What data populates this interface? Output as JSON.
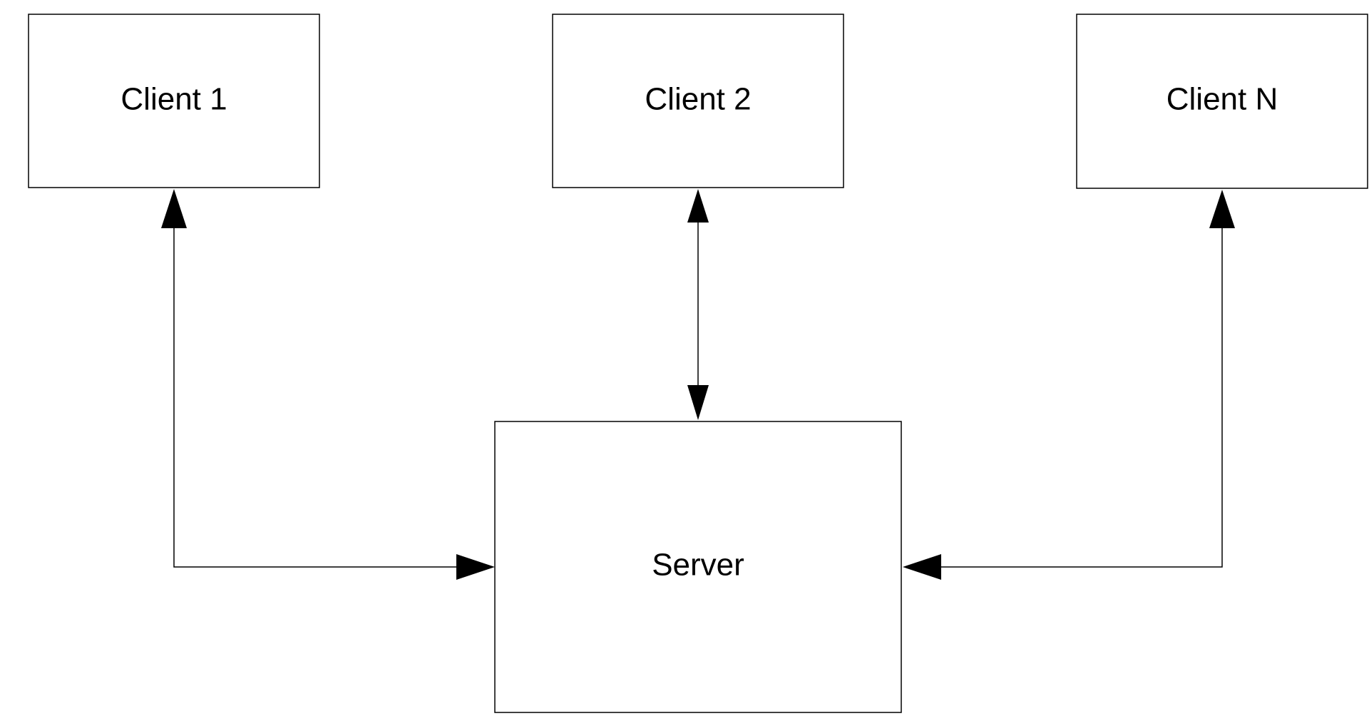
{
  "diagram": {
    "nodes": {
      "client_1": "Client 1",
      "client_2": "Client 2",
      "client_n": "Client N",
      "server": "Server"
    },
    "edges": [
      {
        "from": "client_1",
        "to": "server",
        "direction": "bidirectional"
      },
      {
        "from": "client_2",
        "to": "server",
        "direction": "bidirectional"
      },
      {
        "from": "client_n",
        "to": "server",
        "direction": "bidirectional"
      }
    ],
    "colors": {
      "background": "#ffffff",
      "stroke": "#000000",
      "text": "#000000"
    }
  }
}
